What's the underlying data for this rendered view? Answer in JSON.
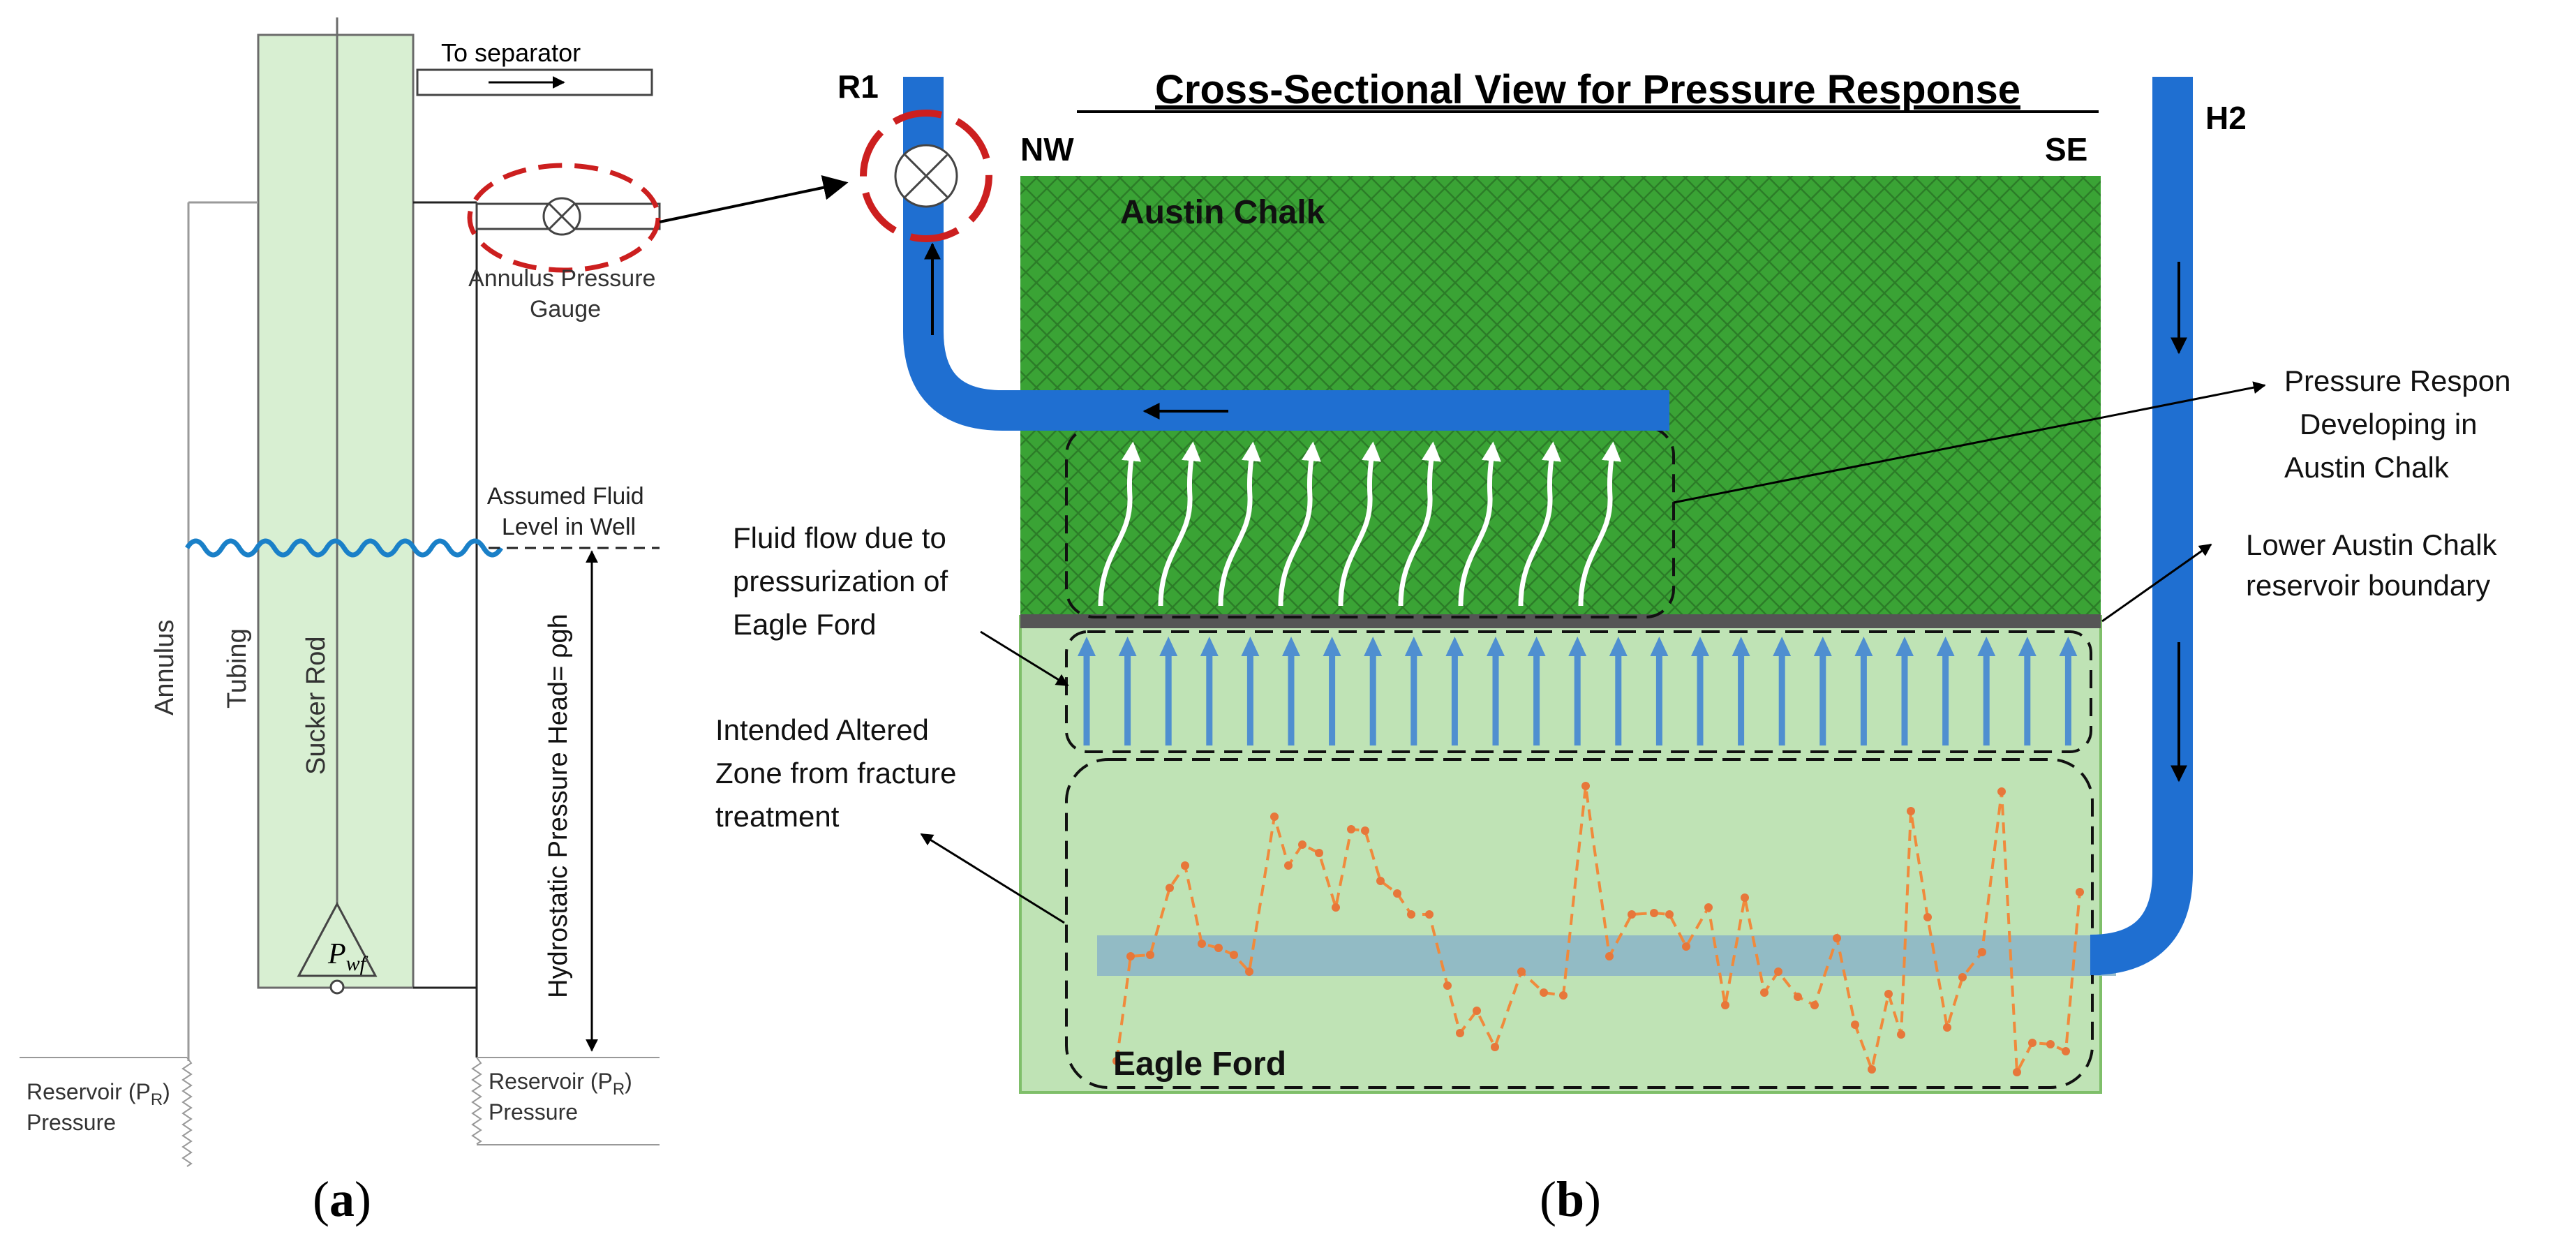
{
  "panel_a": {
    "caption_open": "(",
    "caption_letter": "a",
    "caption_close": ")",
    "to_separator": "To separator",
    "annulus_gauge_line1": "Annulus Pressure",
    "annulus_gauge_line2": "Gauge",
    "fluid_level_line1": "Assumed Fluid",
    "fluid_level_line2": "Level in Well",
    "annulus": "Annulus",
    "tubing": "Tubing",
    "sucker_rod": "Sucker Rod",
    "hydrostatic": "Hydrostatic Pressure Head= ρgh",
    "pwf_base": "P",
    "pwf_sub": "wf",
    "reservoir_left_line1": "Reservoir (P",
    "reservoir_left_sub": "R",
    "reservoir_left_close": ")",
    "reservoir_left_line2": "Pressure",
    "reservoir_right_line1": "Reservoir (P",
    "reservoir_right_sub": "R",
    "reservoir_right_close": ")",
    "reservoir_right_line2": "Pressure"
  },
  "panel_b": {
    "caption_open": "(",
    "caption_letter": "b",
    "caption_close": ")",
    "title": "Cross-Sectional View for Pressure Response",
    "well_r1": "R1",
    "well_h2": "H2",
    "dir_nw": "NW",
    "dir_se": "SE",
    "austin_chalk": "Austin Chalk",
    "eagle_ford": "Eagle Ford",
    "pressure_response_line1": "Pressure Respon",
    "pressure_response_line2": "Developing in",
    "pressure_response_line3": "Austin Chalk",
    "lower_boundary_line1": "Lower Austin Chalk",
    "lower_boundary_line2": "reservoir boundary",
    "fluid_flow_line1": "Fluid flow due to",
    "fluid_flow_line2": "pressurization of",
    "fluid_flow_line3": "Eagle Ford",
    "altered_zone_line1": "Intended Altered",
    "altered_zone_line2": "Zone from fracture",
    "altered_zone_line3": "treatment"
  },
  "colors": {
    "pipe_blue": "#1f6fd1",
    "austin_chalk_green": "#3aa335",
    "eagle_ford_green": "#bfe3b5",
    "tubing_green": "#d8efd2",
    "valve_red": "#cc1f1f",
    "fracture_orange": "#f08a3c",
    "flow_arrow_blue": "#4f8fd0",
    "lateral_band": "#8ab4c8"
  },
  "icons": {
    "gauge_valve": "valve-cross-circle-icon",
    "flow_arrow": "arrow-up-icon"
  }
}
